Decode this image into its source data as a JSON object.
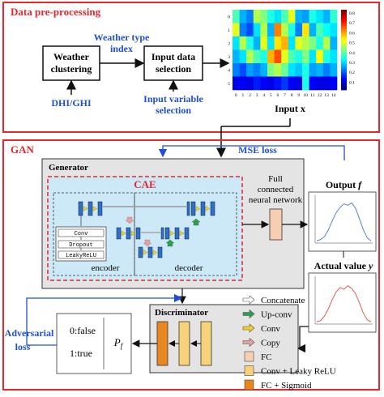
{
  "preprocessing": {
    "title": "Data pre-processing",
    "weather_clustering": [
      "Weather",
      "clustering"
    ],
    "input_selection": [
      "Input data",
      "selection"
    ],
    "weather_type_index": [
      "Weather type",
      "index"
    ],
    "dhi_ghi": "DHI/GHI",
    "input_variable_selection": [
      "Input variable",
      "selection"
    ],
    "input_x_label": "Input x",
    "heatmap_x_ticks": [
      "0",
      "1",
      "2",
      "3",
      "4",
      "5",
      "6",
      "7",
      "8",
      "9",
      "10",
      "11",
      "12",
      "13",
      "14"
    ],
    "heatmap_y_ticks": [
      "0",
      "1",
      "2",
      "3",
      "4",
      "5"
    ],
    "colorbar_ticks": [
      "0.8",
      "0.7",
      "0.6",
      "0.5",
      "0.4",
      "0.3",
      "0.2",
      "0.1"
    ]
  },
  "gan": {
    "title": "GAN",
    "mse_loss": "MSE loss",
    "generator_label": "Generator",
    "cae_label": "CAE",
    "fcn_label": [
      "Full",
      "connected",
      "neural network"
    ],
    "encoder": "encoder",
    "decoder": "decoder",
    "layer_stack": [
      "Conv",
      "Dropout",
      "LeakyReLU"
    ],
    "output_label": "Output f",
    "actual_label": "Actual value y",
    "discriminator_label": "Discriminator",
    "adversarial_loss": [
      "Adversarial",
      "loss"
    ],
    "out_false": "0:false",
    "out_true": "1:true",
    "pf": "P_f",
    "legend": [
      {
        "label": "Concatenate",
        "kind": "arrow-white"
      },
      {
        "label": "Up-conv",
        "kind": "arrow-green"
      },
      {
        "label": "Conv",
        "kind": "arrow-yellow"
      },
      {
        "label": "Copy",
        "kind": "arrow-pink"
      },
      {
        "label": "FC",
        "kind": "box-peach"
      },
      {
        "label": "Conv + Leaky ReLU",
        "kind": "box-yellow"
      },
      {
        "label": "FC + Sigmoid",
        "kind": "box-orange"
      }
    ]
  },
  "colors": {
    "frame_red": "#e8262b",
    "arrow_blue": "#1f4fd8",
    "text_blue": "#1f4fd8",
    "cae_bg": "#cde9f7",
    "gen_bg": "#e4e4e4",
    "block_blue": "#2f6fc4",
    "fc_peach": "#f6cfb2",
    "conv_yellow": "#f7d27a",
    "sigmoid_orange": "#e9861f",
    "upconv_green": "#2f9e4a",
    "conv_arrow_yellow": "#f2d21b",
    "copy_pink": "#e2a2a2"
  }
}
